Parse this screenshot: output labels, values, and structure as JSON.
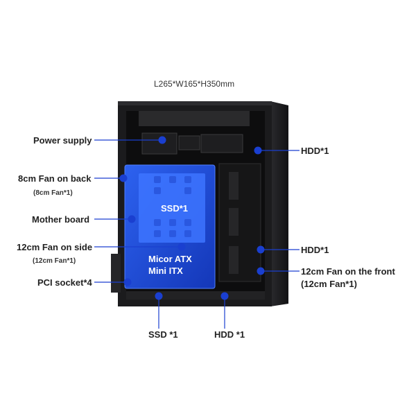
{
  "dimensions": "L265*W165*H350mm",
  "labels": {
    "power_supply": "Power supply",
    "fan_back": "8cm Fan on back",
    "fan_back_sub": "(8cm Fan*1)",
    "mother_board": "Mother board",
    "fan_side": "12cm Fan on side",
    "fan_side_sub": "(12cm Fan*1)",
    "pci_socket": "PCI socket*4",
    "hdd_top": "HDD*1",
    "hdd_mid": "HDD*1",
    "fan_front": "12cm Fan on the front",
    "fan_front_sub": "(12cm Fan*1)",
    "ssd_bottom": "SSD *1",
    "hdd_bottom": "HDD *1",
    "ssd_panel": "SSD*1",
    "board_line1": "Micor ATX",
    "board_line2": "Mini ITX"
  },
  "colors": {
    "accent": "#1a3fd0",
    "case": "#1b1b1d",
    "board": "#1f52e0"
  }
}
